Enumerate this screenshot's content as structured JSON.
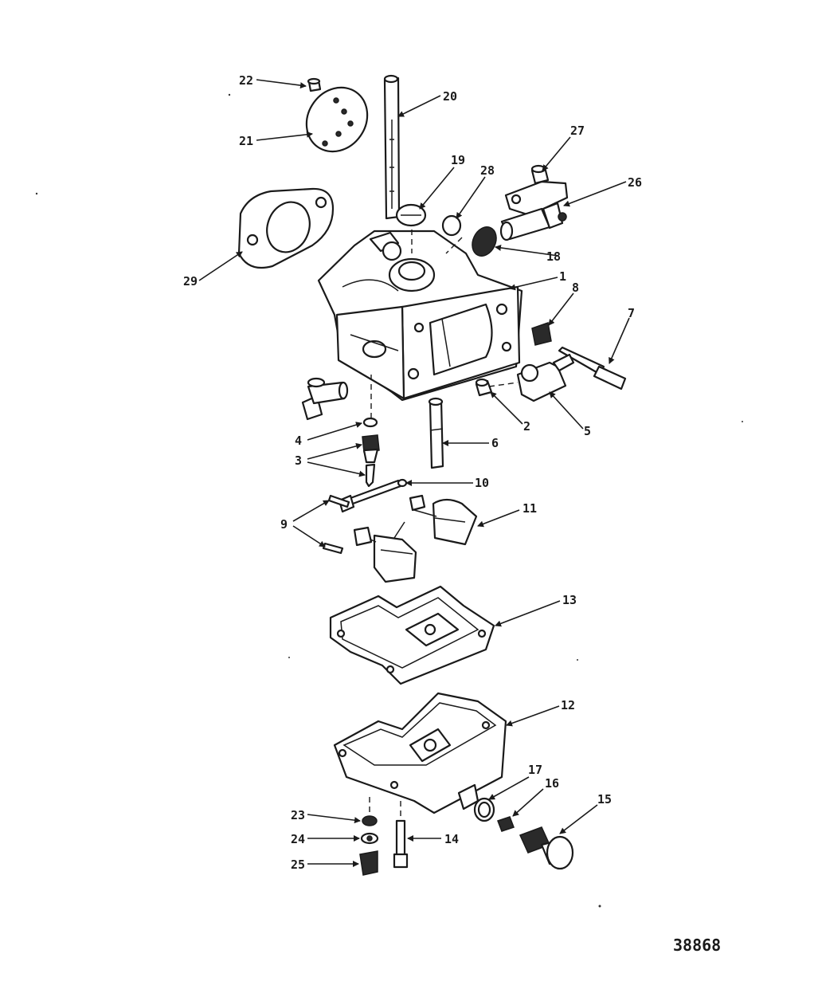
{
  "diagram": {
    "reference_number": "38868",
    "callouts": [
      "1",
      "2",
      "3",
      "4",
      "5",
      "6",
      "7",
      "8",
      "9",
      "10",
      "11",
      "12",
      "13",
      "14",
      "15",
      "16",
      "17",
      "18",
      "19",
      "20",
      "21",
      "22",
      "23",
      "24",
      "25",
      "26",
      "27",
      "28",
      "29"
    ]
  }
}
